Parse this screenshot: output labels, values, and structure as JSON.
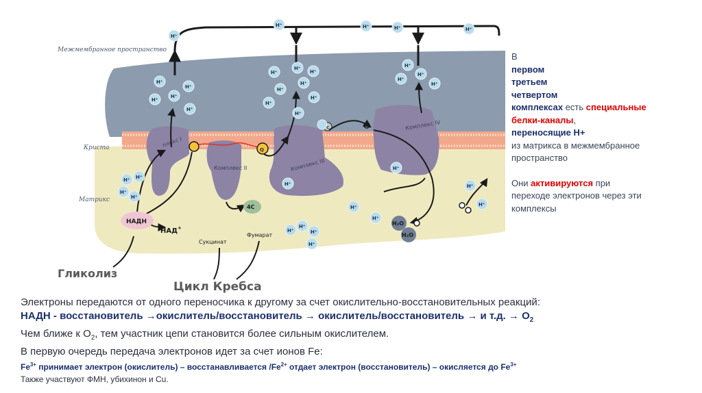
{
  "diagram": {
    "intermembrane_label": "Межмембранное пространство",
    "crista_label": "Криста",
    "matrix_label": "Матрикс",
    "complex1_label": "плекс I",
    "complex2_label": "Комплекс II",
    "complex3_label": "Комплекс III",
    "complex4_label": "Комплекс IV",
    "q_label": "Q",
    "c_label": "c",
    "nadh_label": "НАДН",
    "nad_label": "НАД",
    "nad_sup": "+",
    "succinate_label": "Сукцинат",
    "fumarate_label": "Фумарат",
    "fourc_label": "4C",
    "h2o_label": "H₂O",
    "proton_label": "H",
    "proton_sup": "+",
    "glycolysis_label": "Гликолиз",
    "krebs_label": "Цикл Кребса"
  },
  "right_panel": {
    "line1": "В",
    "line2": "первом",
    "line3": "третьем",
    "line4": "четвертом",
    "line5_a": "комплексах",
    "line5_b": " есть ",
    "line5_c": "специальные",
    "line6_a": "белки-каналы",
    "line6_b": ",",
    "line7": "переносящие Н+",
    "line8": "из матрикса в межмембранное",
    "line9": "пространство",
    "line10_a": "Они ",
    "line10_b": "активируются",
    "line10_c": " при",
    "line11": "переходе электронов через эти",
    "line12": "комплексы"
  },
  "bottom": {
    "line1": "Электроны передаются от одного переносчика к другому за счет окислительно-восстановительных реакций:",
    "line2_a": "НАДН - восстановитель →окислитель/восстановитель → окислитель/восстановитель → и т.д. → О",
    "line2_sub": "2",
    "line3_a": "Чем ближе к О",
    "line3_sub": "2",
    "line3_b": ", тем участник цепи становится более сильным окислителем.",
    "line4": "В первую очередь передача электронов идет за счет ионов Fe:",
    "line5_a": "Fe",
    "line5_sup1": "3+",
    "line5_b": " принимает электрон (окислитель) – восстанавливается /Fe",
    "line5_sup2": "2+",
    "line5_c": " отдает электрон  (восстановитель) – окисляется до Fe",
    "line5_sup3": "3+",
    "line6": "Также участвуют ФМН, убихинон и Cu."
  },
  "colors": {
    "intermembrane": "#8c9bae",
    "membrane_head": "#f2a88a",
    "matrix": "#efe9c0",
    "protein": "#8c83a5",
    "proton": "#b9dcea",
    "nadh_blob": "#f1c6d4",
    "fourc": "#9fbf9c",
    "accent_red": "#e00000",
    "accent_blue": "#1b2f6b"
  }
}
